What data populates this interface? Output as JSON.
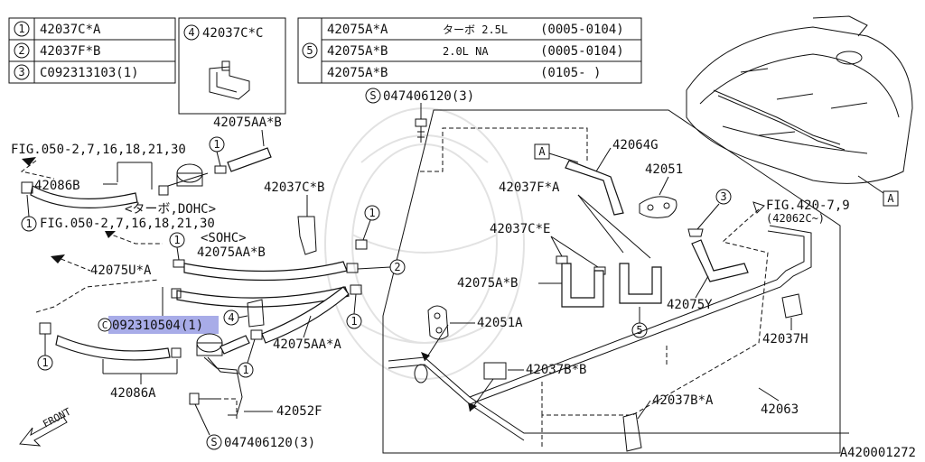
{
  "table_left": {
    "rows": [
      {
        "num": "1",
        "text": "42037C*A"
      },
      {
        "num": "2",
        "text": "42037F*B"
      },
      {
        "num": "3",
        "text": "C092313103(1)"
      }
    ]
  },
  "table_mid": {
    "num": "4",
    "text": "42037C*C"
  },
  "table_right": {
    "num": "5",
    "rows": [
      {
        "part": "42075A*A",
        "desc": "ターボ 2.5L",
        "range": "(0005-0104)"
      },
      {
        "part": "42075A*B",
        "desc": "2.0L NA",
        "range": "(0005-0104)"
      },
      {
        "part": "42075A*B",
        "desc": "",
        "range": "(0105-    )"
      }
    ]
  },
  "labels": {
    "p42075AA_B_top": "42075AA*B",
    "fig050_a": "FIG.050-2,7,16,18,21,30",
    "p42086B": "42086B",
    "turbo_dohc": "<ターボ,DOHC>",
    "fig050_b": "FIG.050-2,7,16,18,21,30",
    "sohc": "<SOHC>",
    "p42075AA_B_mid": "42075AA*B",
    "p42037C_B": "42037C*B",
    "p42075U_A": "42075U*A",
    "p092310504": "092310504(1)",
    "p42075AA_A": "42075AA*A",
    "p42086A": "42086A",
    "p42052F": "42052F",
    "s047406120_bottom": "047406120(3)",
    "s047406120_top": "047406120(3)",
    "p42064G": "42064G",
    "p42051": "42051",
    "p42037F_A": "42037F*A",
    "p42037C_E": "42037C*E",
    "p42075A_B": "42075A*B",
    "p42051A": "42051A",
    "p42037B_B": "42037B*B",
    "p42075Y": "42075Y",
    "fig420": "FIG.420-7,9",
    "fig420_sub": "(42062C~)",
    "p42037H": "42037H",
    "p42037B_A": "42037B*A",
    "p42063": "42063",
    "front": "FRONT",
    "ref_a": "A",
    "diagram_id": "A420001272"
  },
  "callouts": {
    "c1": "1",
    "c2": "2",
    "c3": "3",
    "c4": "4",
    "c5": "5",
    "s": "S",
    "c": "C"
  },
  "colors": {
    "ink": "#111111",
    "highlight": "#9fa3e6",
    "watermark": "#e2e2e2"
  }
}
